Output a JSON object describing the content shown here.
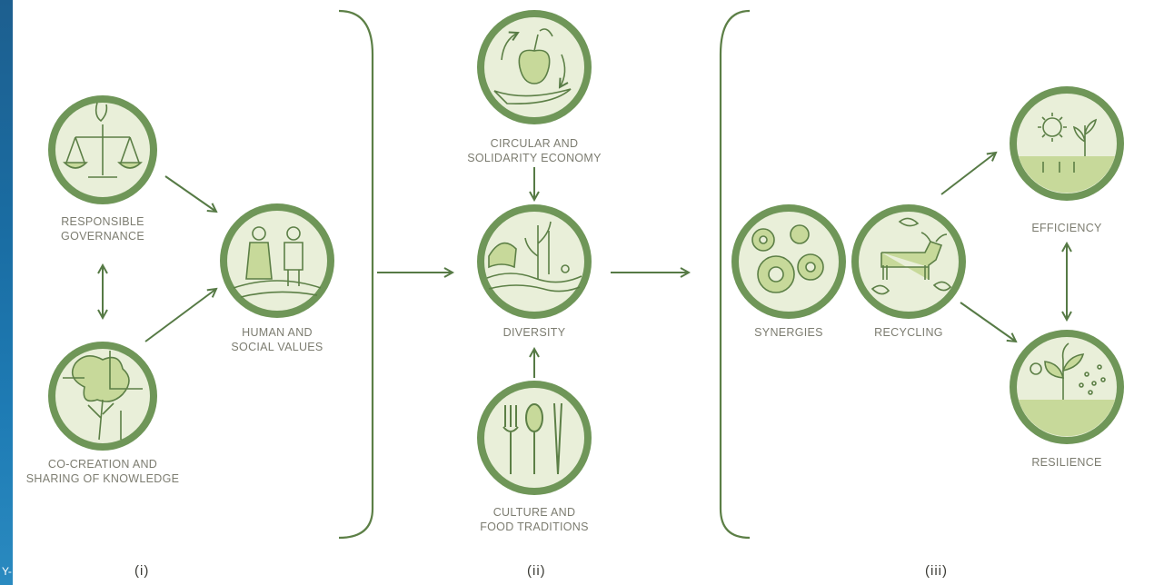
{
  "nodes": {
    "responsible_governance": {
      "line1": "RESPONSIBLE",
      "line2": "GOVERNANCE"
    },
    "co_creation": {
      "line1": "CO-CREATION AND",
      "line2": "SHARING OF KNOWLEDGE"
    },
    "human_social_values": {
      "line1": "HUMAN AND",
      "line2": "SOCIAL VALUES"
    },
    "circular_economy": {
      "line1": "CIRCULAR AND",
      "line2": "SOLIDARITY ECONOMY"
    },
    "diversity": {
      "line1": "DIVERSITY"
    },
    "culture_food": {
      "line1": "CULTURE AND",
      "line2": "FOOD TRADITIONS"
    },
    "synergies": {
      "line1": "SYNERGIES"
    },
    "recycling": {
      "line1": "RECYCLING"
    },
    "efficiency": {
      "line1": "EFFICIENCY"
    },
    "resilience": {
      "line1": "RESILIENCE"
    }
  },
  "sections": {
    "i": "(i)",
    "ii": "(ii)",
    "iii": "(iii)"
  },
  "left_strip_mark": "Y-",
  "colors": {
    "ring": "#6f9658",
    "ring_inner": "#e9efd9",
    "fill": "#c7d99a",
    "line": "#5c7f46",
    "arrow": "#567a45"
  }
}
